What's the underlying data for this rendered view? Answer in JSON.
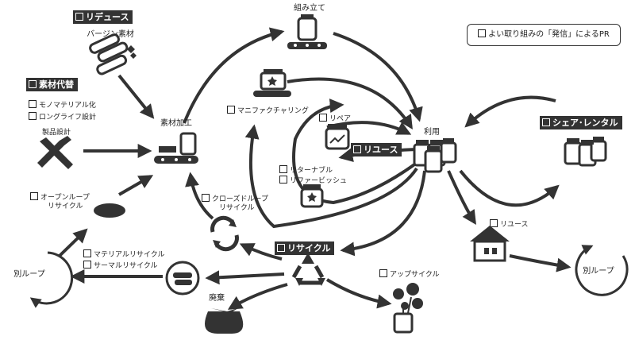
{
  "legend": "よい取り組みの「発信」によるPR",
  "headings": {
    "reduce": "リデュース",
    "material_sub": "素材代替",
    "reuse": "リユース",
    "share": "シェア･レンタル",
    "recycle": "リサイクル"
  },
  "labels": {
    "virgin": "バージン素材",
    "assembly": "組み立て",
    "processing": "素材加工",
    "manufacturing": "マニファクチャリング",
    "use": "利用",
    "repair": "リペア",
    "returnable": "リターナブル",
    "refill": "リファービッシュ",
    "open_loop_1": "オープンループ",
    "open_loop_2": "リサイクル",
    "closed_loop_1": "クローズドループ",
    "closed_loop_2": "リサイクル",
    "product_design": "製品設計",
    "material_recycle": "マテリアルリサイクル",
    "thermal_recycle": "サーマルリサイクル",
    "waste": "廃棄",
    "upcycle": "アップサイクル",
    "reuse_small": "リユース",
    "other_loop_left": "別ループ",
    "other_loop_right": "別ループ"
  },
  "material_options": [
    "モノマテリアル化",
    "ロングライフ設計"
  ]
}
